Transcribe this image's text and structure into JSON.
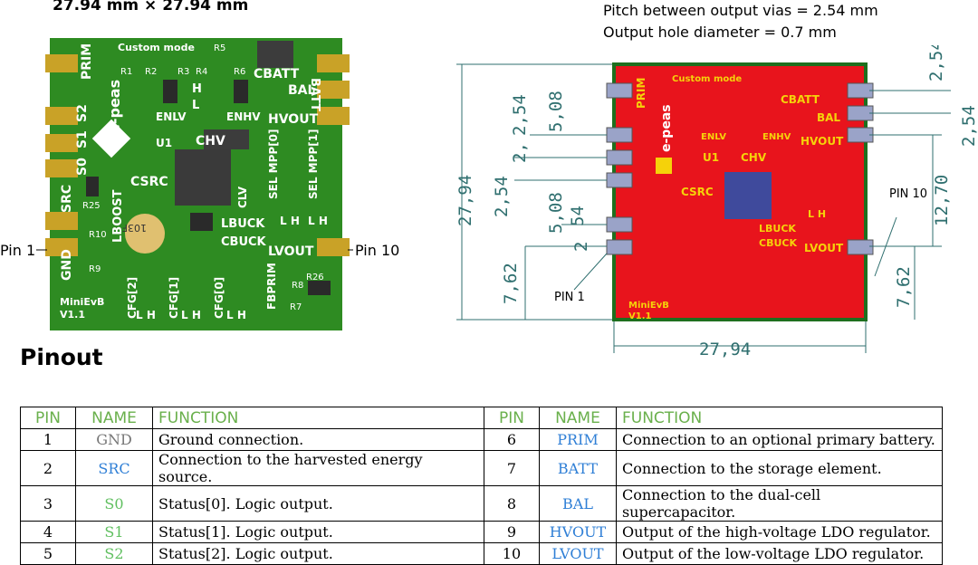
{
  "header": {
    "board_size": "27.94 mm × 27.94 mm",
    "pitch_note": "Pitch between output vias = 2.54 mm",
    "hole_note": "Output hole diameter = 0.7 mm"
  },
  "left_photo": {
    "pin1_label": "Pin 1",
    "pin10_label": "Pin 10",
    "silk": {
      "custom_mode": "Custom mode",
      "prim": "PRIM",
      "batt": "BATT",
      "bal": "BAL",
      "hvout": "HVOUT",
      "lvout": "LVOUT",
      "cbatt": "CBATT",
      "s2": "S2",
      "s1": "S1",
      "s0": "S0",
      "src": "SRC",
      "gnd": "GND",
      "brand": "e-peas",
      "u1": "U1",
      "chv": "CHV",
      "csrc": "CSRC",
      "lboost": "LBOOST",
      "lbuck": "LBUCK",
      "cbuck": "CBUCK",
      "clv": "CLV",
      "enlv": "ENLV",
      "enhv": "ENHV",
      "sel_mpp0": "SEL MPP[0]",
      "sel_mpp1": "SEL MPP[1]",
      "cfg2": "CFG[2]",
      "cfg1": "CFG[1]",
      "cfg0": "CFG[0]",
      "fbprim": "FBPRIM",
      "board_name": "MiniEvB",
      "version": "V1.1",
      "lh": "L H",
      "h": "H",
      "l": "L",
      "r1": "R1",
      "r2": "R2",
      "r3": "R3",
      "r4": "R4",
      "r5": "R5",
      "r6": "R6",
      "r7": "R7",
      "r8": "R8",
      "r9": "R9",
      "r10": "R10",
      "r25": "R25",
      "r26": "R26",
      "cap_code": "103F"
    }
  },
  "right_drawing": {
    "pin1_label": "PIN 1",
    "pin10_label": "PIN 10",
    "dims": {
      "overall_w": "27,94",
      "overall_h": "27,94",
      "d254": "2,54",
      "d508": "5,08",
      "d762": "7,62",
      "d1270": "12,70",
      "d2": "2",
      "d54": "54",
      "d5": "5,",
      "d08": "08",
      "d2c": "2,",
      "d54b": "54"
    }
  },
  "pinout": {
    "title": "Pinout",
    "headers": [
      "PIN",
      "NAME",
      "FUNCTION",
      "PIN",
      "NAME",
      "FUNCTION"
    ],
    "rows": [
      {
        "pin_a": "1",
        "name_a": "GND",
        "func_a": "Ground connection.",
        "pin_b": "6",
        "name_b": "PRIM",
        "func_b": "Connection to an optional primary battery."
      },
      {
        "pin_a": "2",
        "name_a": "SRC",
        "func_a": "Connection to the harvested energy source.",
        "pin_b": "7",
        "name_b": "BATT",
        "func_b": "Connection to the storage element."
      },
      {
        "pin_a": "3",
        "name_a": "S0",
        "func_a": "Status[0]. Logic output.",
        "pin_b": "8",
        "name_b": "BAL",
        "func_b": "Connection to the dual-cell supercapacitor."
      },
      {
        "pin_a": "4",
        "name_a": "S1",
        "func_a": "Status[1]. Logic output.",
        "pin_b": "9",
        "name_b": "HVOUT",
        "func_b": "Output of the high-voltage LDO regulator."
      },
      {
        "pin_a": "5",
        "name_a": "S2",
        "func_a": "Status[2]. Logic output.",
        "pin_b": "10",
        "name_b": "LVOUT",
        "func_b": "Output of the low-voltage LDO regulator."
      }
    ]
  },
  "colors": {
    "pcb_green": "#2e8b22",
    "silk": "#ffffff",
    "copper_red": "#e8141c",
    "dim_teal": "#2f6f6f",
    "header_green": "#6ab04c",
    "link_blue": "#2f7fd6"
  }
}
